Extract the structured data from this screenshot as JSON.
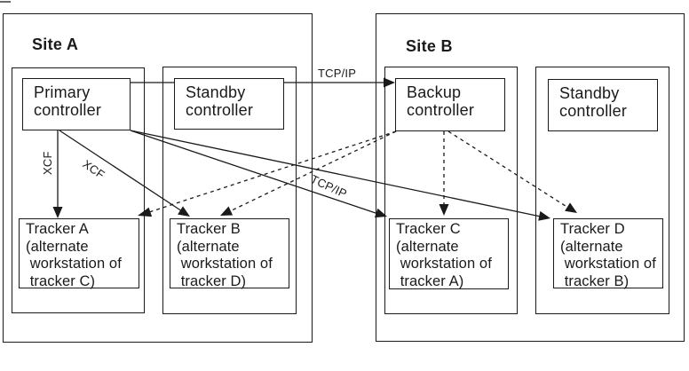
{
  "colors": {
    "line": "#1a1a1a",
    "text": "#1a1a1a",
    "background": "#ffffff"
  },
  "site_a": {
    "title": "Site A",
    "controllers": [
      {
        "label": "Primary\ncontroller"
      },
      {
        "label": "Standby\ncontroller"
      }
    ],
    "trackers": [
      {
        "label": "Tracker A\n(alternate\n workstation of\n tracker C)"
      },
      {
        "label": "Tracker B\n(alternate\n workstation of\n tracker D)"
      }
    ]
  },
  "site_b": {
    "title": "Site B",
    "controllers": [
      {
        "label": "Backup\ncontroller"
      },
      {
        "label": "Standby\ncontroller"
      }
    ],
    "trackers": [
      {
        "label": "Tracker C\n(alternate\n workstation of\n tracker A)"
      },
      {
        "label": "Tracker D\n(alternate\n workstation of\n tracker B)"
      }
    ]
  },
  "labels": {
    "tcp_ip_top": "TCP/IP",
    "tcp_ip_diagonal": "TCP/IP",
    "xcf_vertical": "XCF",
    "xcf_diagonal": "XCF"
  },
  "connections": [
    {
      "from": "Primary controller (Site A)",
      "to": "Backup controller (Site B)",
      "style": "solid-arrow",
      "label": "TCP/IP"
    },
    {
      "from": "Primary controller (Site A)",
      "to": "Tracker A",
      "style": "solid-arrow",
      "label": "XCF"
    },
    {
      "from": "Primary controller (Site A)",
      "to": "Tracker B",
      "style": "solid-arrow",
      "label": "XCF"
    },
    {
      "from": "Primary controller (Site A)",
      "to": "Tracker C",
      "style": "solid-arrow",
      "label": "TCP/IP"
    },
    {
      "from": "Primary controller (Site A)",
      "to": "Tracker D",
      "style": "solid-arrow",
      "label": ""
    },
    {
      "from": "Backup controller (Site B)",
      "to": "Tracker A",
      "style": "dashed-arrow",
      "label": ""
    },
    {
      "from": "Backup controller (Site B)",
      "to": "Tracker B",
      "style": "dashed-arrow",
      "label": ""
    },
    {
      "from": "Backup controller (Site B)",
      "to": "Tracker C",
      "style": "dashed-arrow",
      "label": ""
    },
    {
      "from": "Backup controller (Site B)",
      "to": "Tracker D",
      "style": "dashed-arrow",
      "label": ""
    }
  ]
}
